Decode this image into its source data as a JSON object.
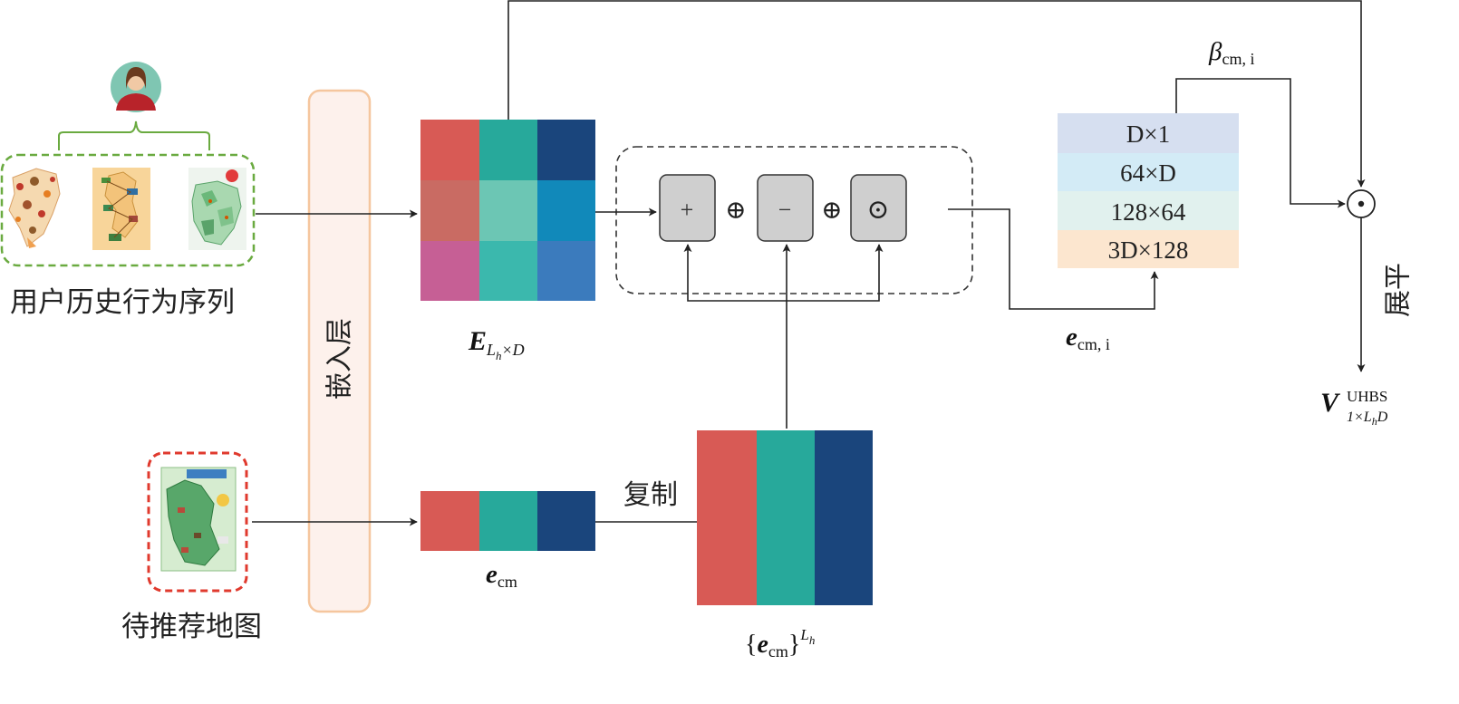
{
  "labels": {
    "user_sequence": "用户历史行为序列",
    "embedding_layer": "嵌入层",
    "candidate_map": "待推荐地图",
    "copy": "复制",
    "flatten": "展平"
  },
  "math": {
    "E_main": "E",
    "E_sub_L": "L",
    "E_sub_h": "h",
    "E_sub_rest": "×D",
    "e_cm_main": "e",
    "e_cm_sub": "cm",
    "set_open": "{",
    "set_close": "}",
    "set_sup_L": "L",
    "set_sup_h": "h",
    "e_cmi_main": "e",
    "e_cmi_sub": "cm, i",
    "beta_main": "β",
    "beta_sub": "cm, i",
    "V_main": "V",
    "V_sup": "UHBS",
    "V_sub_pre": "1×L",
    "V_sub_h": "h",
    "V_sub_post": "D"
  },
  "ops": {
    "plus": "+",
    "minus": "−",
    "hadamard": "⊙",
    "concat1": "⊕",
    "concat2": "⊕"
  },
  "mlp_layers": [
    {
      "label": "D×1",
      "color": "#d6dff0"
    },
    {
      "label": "64×D",
      "color": "#d3ebf6"
    },
    {
      "label": "128×64",
      "color": "#e1f1ee"
    },
    {
      "label": "3D×128",
      "color": "#fce6cf"
    }
  ],
  "colors": {
    "red": "#d85a55",
    "teal": "#27a99b",
    "navy": "#1a457c",
    "rose": "#c96b63",
    "teal_light": "#6cc6b4",
    "blue_mid": "#1189ba",
    "magenta": "#c65f95",
    "teal_mid": "#3bb8ad",
    "blue_light": "#3b7bbd",
    "green_dash": "#6aaa40",
    "red_dash": "#e03a2e",
    "embed_fill": "#fdf1ec",
    "embed_stroke": "#f5c69e",
    "op_fill": "#cfcfcf"
  },
  "icons": {
    "user_avatar": "user-avatar-icon",
    "map_thumbnails": [
      "food-map-icon",
      "route-map-icon",
      "scenic-map-icon"
    ],
    "candidate": "candidate-map-icon"
  }
}
